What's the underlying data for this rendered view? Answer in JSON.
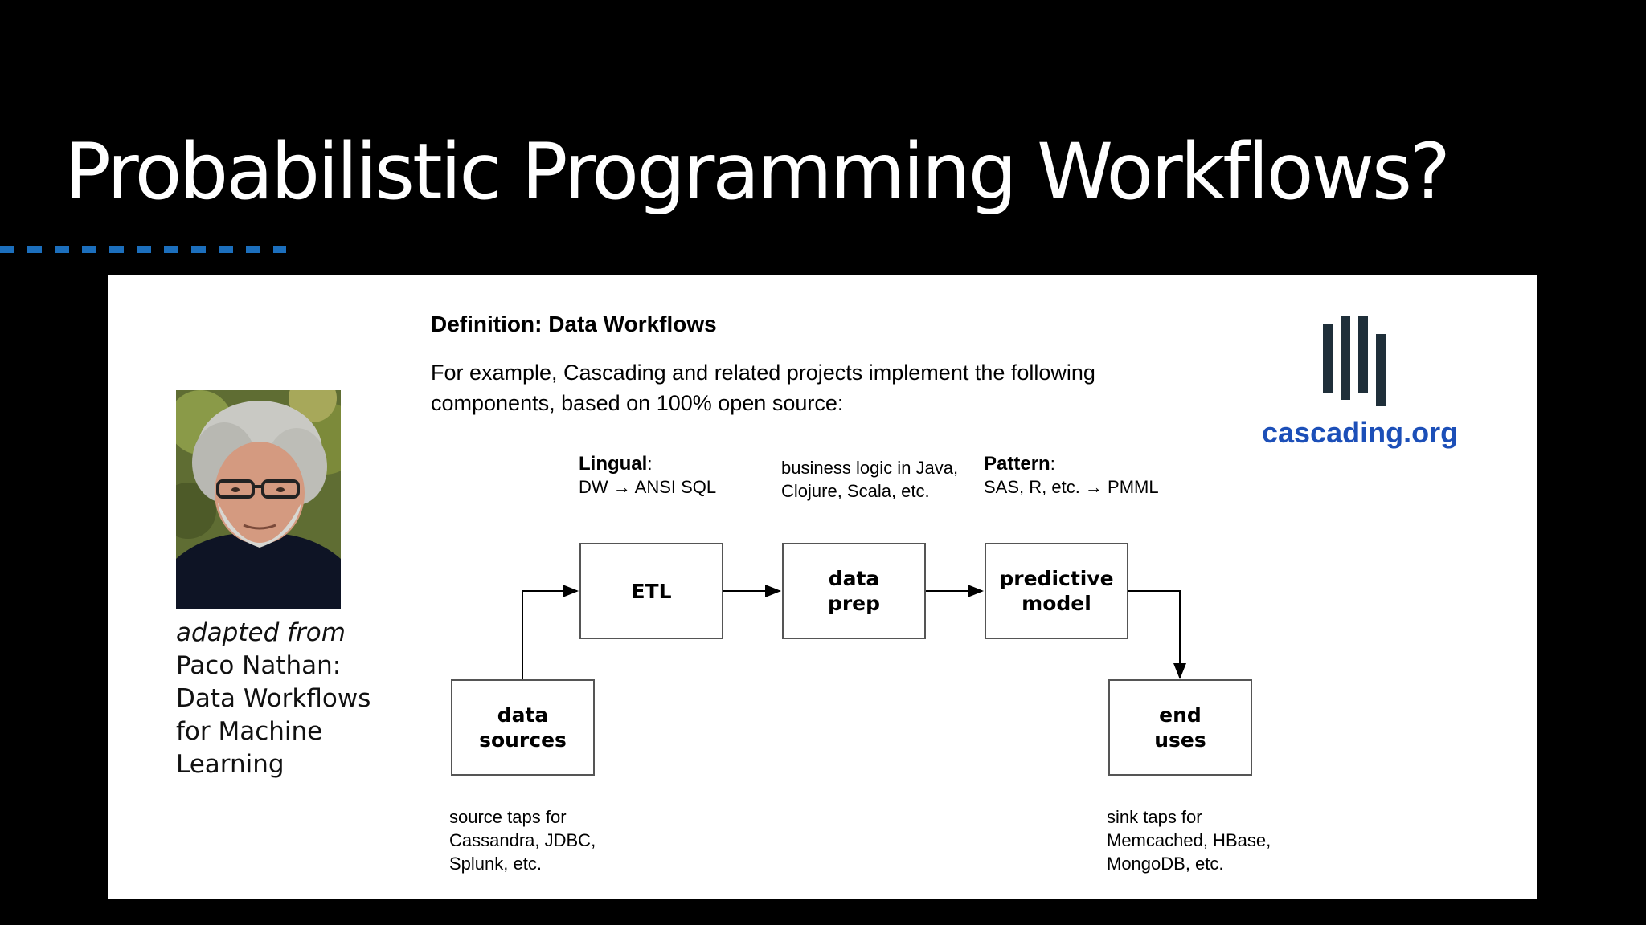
{
  "slide": {
    "title": "Probabilistic Programming Workflows?"
  },
  "credit": {
    "line1": "adapted from",
    "line2": "Paco Nathan:",
    "line3": "Data Workflows",
    "line4": "for Machine",
    "line5": "Learning"
  },
  "definition": {
    "title": "Definition: Data Workflows",
    "text": "For example, Cascading and related projects implement the following components, based on 100% open source:"
  },
  "logo": {
    "text": "cascading.org",
    "color": "#1c4fb8"
  },
  "notes": {
    "lingual_label": "Lingual",
    "lingual_colon": ":",
    "lingual_text": "DW → ANSI SQL",
    "business_line1": "business logic in Java,",
    "business_line2": "Clojure, Scala, etc.",
    "pattern_label": "Pattern",
    "pattern_colon": ":",
    "pattern_text": "SAS, R, etc. → PMML",
    "source_line1": "source taps for",
    "source_line2": "Cassandra, JDBC,",
    "source_line3": "Splunk, etc.",
    "sink_line1": "sink taps for",
    "sink_line2": "Memcached, HBase,",
    "sink_line3": "MongoDB, etc."
  },
  "boxes": {
    "etl": "ETL",
    "data_prep_1": "data",
    "data_prep_2": "prep",
    "predictive_1": "predictive",
    "predictive_2": "model",
    "sources_1": "data",
    "sources_2": "sources",
    "end_uses_1": "end",
    "end_uses_2": "uses"
  },
  "colors": {
    "accent_dash": "#1c6fbd",
    "logo_bars": "#1f2f3a"
  }
}
